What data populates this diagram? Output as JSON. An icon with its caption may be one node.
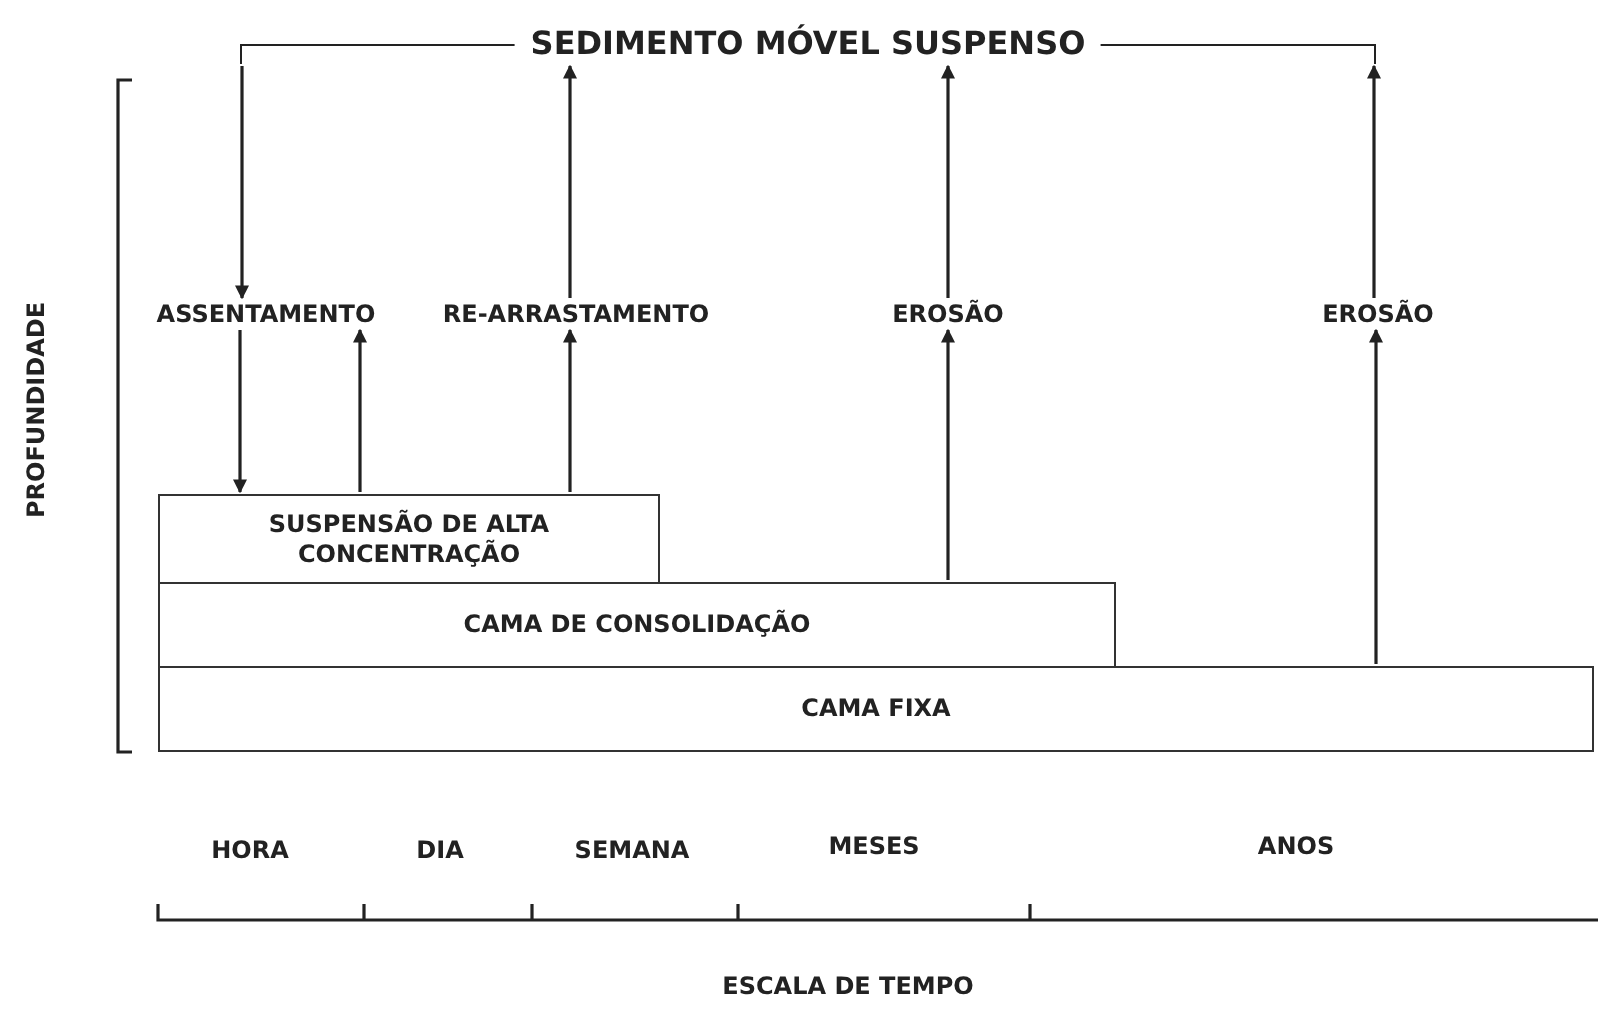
{
  "diagram": {
    "nodes": [
      {
        "text": [
          "SEDIMENTO MÓVEL SUSPENSO"
        ]
      },
      {
        "text": [
          "ASSENTAMENTO"
        ]
      },
      {
        "text": [
          "RE-ARRASTAMENTO"
        ]
      },
      {
        "text": [
          "EROSÃO"
        ]
      },
      {
        "text": [
          "EROSÃO"
        ]
      },
      {
        "text": [
          "SUSPENSÃO DE ALTA CONCENTRAÇÃO"
        ]
      },
      {
        "text": [
          "CAMA DE CONSOLIDAÇÃO"
        ]
      },
      {
        "text": [
          "CAMA FIXA"
        ]
      }
    ],
    "edges": [
      {
        "from": 0,
        "to": 1,
        "arrow": "to"
      },
      {
        "from": 2,
        "to": 0,
        "arrow": "to"
      },
      {
        "from": 3,
        "to": 0,
        "arrow": "to"
      },
      {
        "from": 4,
        "to": 0,
        "arrow": "to"
      },
      {
        "from": 1,
        "to": 5,
        "arrow": "to"
      },
      {
        "from": 5,
        "to": 1,
        "arrow": "to"
      },
      {
        "from": 5,
        "to": 2,
        "arrow": "to"
      },
      {
        "from": 6,
        "to": 3,
        "arrow": "to"
      },
      {
        "from": 7,
        "to": 4,
        "arrow": "to"
      }
    ],
    "labels": [
      "PROFUNDIDADE",
      "HORA",
      "DIA",
      "SEMANA",
      "MESES",
      "ANOS",
      "ESCALA DE TEMPO"
    ]
  }
}
